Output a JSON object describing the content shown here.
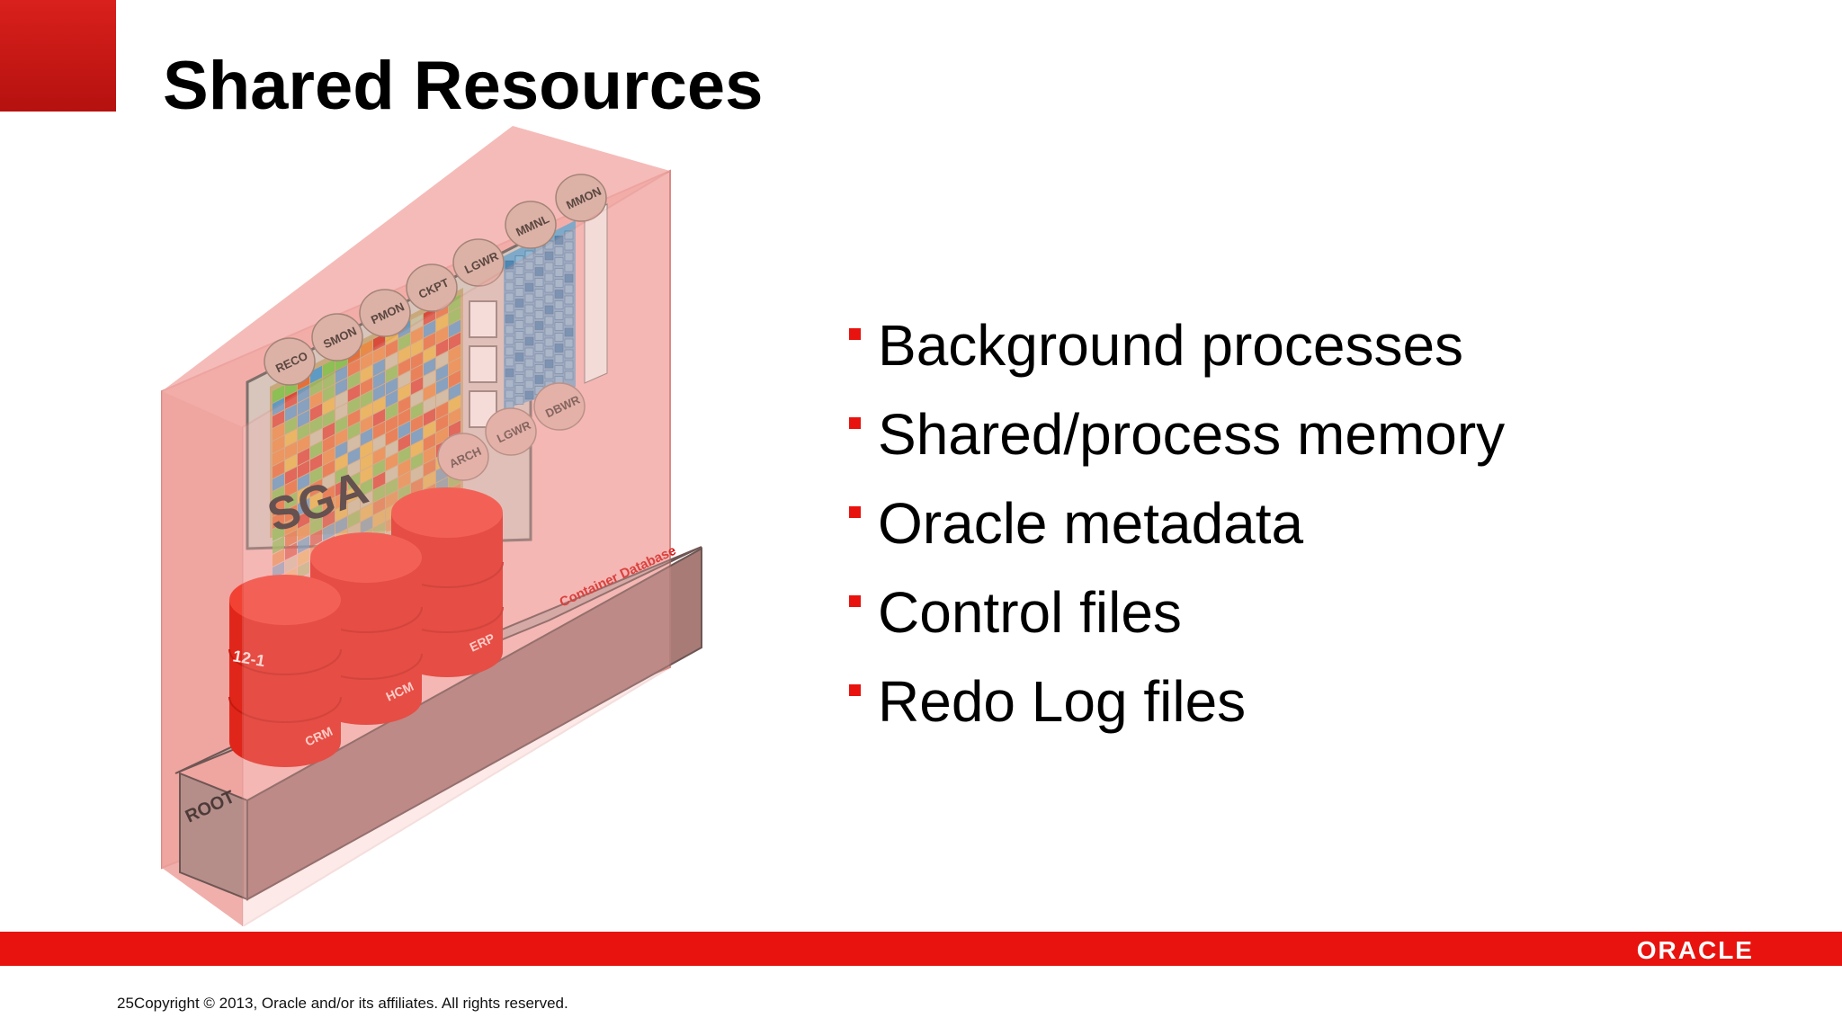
{
  "slide": {
    "title": "Shared Resources",
    "bullets": [
      "Background processes",
      "Shared/process memory",
      "Oracle metadata",
      "Control files",
      "Redo Log files"
    ]
  },
  "diagram": {
    "sga_label": "SGA",
    "processes_top": [
      "RECO",
      "SMON",
      "PMON",
      "CKPT",
      "LGWR",
      "MMNL",
      "MMON"
    ],
    "processes_bottom": [
      "ARCH",
      "LGWR",
      "DBWR"
    ],
    "pdb_12c_label": "12-1",
    "pdbs": [
      "CRM",
      "HCM",
      "ERP"
    ],
    "root_label": "ROOT",
    "container_label": "Container Database"
  },
  "footer": {
    "logo": "ORACLE",
    "slide_number": "25",
    "copyright": "Copyright © 2013, Oracle and/or its affiliates. All rights reserved."
  },
  "colors": {
    "accent": "#e8130e",
    "corner": "#c4140f",
    "cdb_pink": "#f2a7a4",
    "root_box": "#a87b77",
    "disk_red": "#e8281a",
    "process_bubble": "#d9aea3"
  }
}
